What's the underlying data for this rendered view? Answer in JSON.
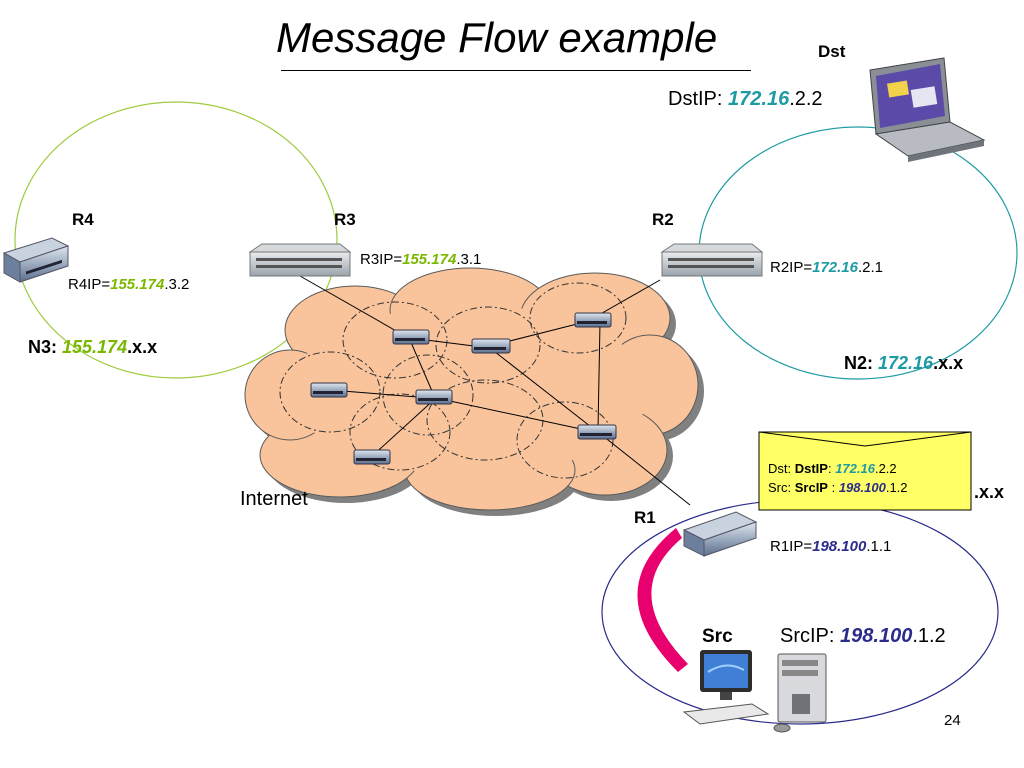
{
  "title": "Message Flow example",
  "slide_number": "24",
  "internet_label": "Internet",
  "colors": {
    "n2": "#1e9aa3",
    "n3": "#7ab800",
    "n1": "#2b2b8c",
    "cloud": "#f9c49c",
    "pink": "#e8006e",
    "callout": "#ffff66"
  },
  "nodes": {
    "dst": {
      "label": "Dst",
      "ip_prefix": "DstIP: ",
      "ip_net": "172.16",
      "ip_host": ".2.2"
    },
    "src": {
      "label": "Src",
      "ip_prefix": "SrcIP: ",
      "ip_net": "198.100",
      "ip_host": ".1.2"
    },
    "r1": {
      "label": "R1",
      "ip_prefix": "R1IP=",
      "ip_net": "198.100",
      "ip_host": ".1.1"
    },
    "r2": {
      "label": "R2",
      "ip_prefix": "R2IP=",
      "ip_net": "172.16",
      "ip_host": ".2.1"
    },
    "r3": {
      "label": "R3",
      "ip_prefix": "R3IP=",
      "ip_net": "155.174",
      "ip_host": ".3.1"
    },
    "r4": {
      "label": "R4",
      "ip_prefix": "R4IP=",
      "ip_net": "155.174",
      "ip_host": ".3.2"
    }
  },
  "networks": {
    "n2": {
      "label": "N2: ",
      "net": "172.16",
      "suffix": ".x.x"
    },
    "n3": {
      "label": "N3: ",
      "net": "155.174",
      "suffix": ".x.x"
    },
    "n1_suffix": ".x.x"
  },
  "packet": {
    "dst_label": "Dst: ",
    "dst_field": "DstIP",
    "dst_sep": ":  ",
    "dst_net": "172.16",
    "dst_host": ".2.2",
    "src_label": "Src: ",
    "src_field": "SrcIP",
    "src_sep": " : ",
    "src_net": "198.100",
    "src_host": ".1.2"
  }
}
